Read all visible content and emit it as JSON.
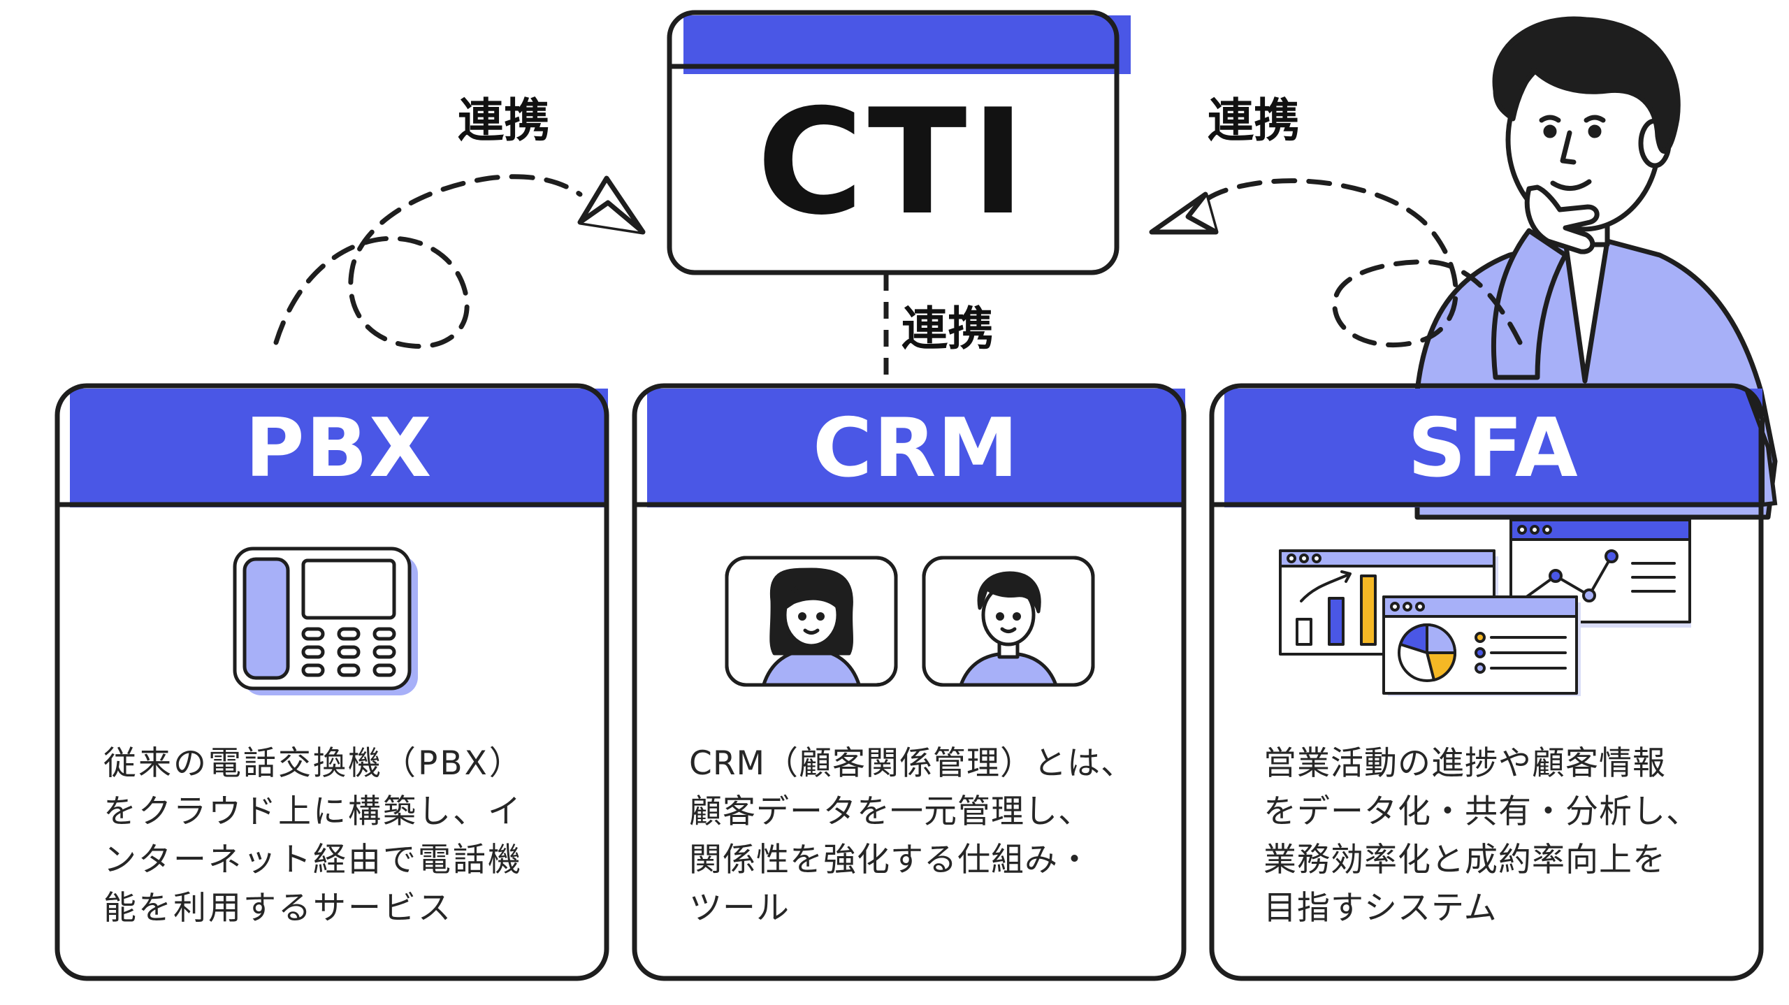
{
  "cti": {
    "title": "CTI"
  },
  "links": {
    "left": "連携",
    "right": "連携",
    "center": "連携"
  },
  "cards": [
    {
      "title": "PBX",
      "icon": "desk-phone-icon",
      "description": [
        "従来の電話交換機（PBX）",
        "をクラウド上に構築し、イ",
        "ンターネット経由で電話機",
        "能を利用するサービス"
      ]
    },
    {
      "title": "CRM",
      "icon": "customer-profiles-icon",
      "description": [
        "CRM（顧客関係管理）とは、",
        "顧客データを一元管理し、",
        "関係性を強化する仕組み・",
        "ツール"
      ]
    },
    {
      "title": "SFA",
      "icon": "analytics-dashboard-icon",
      "description": [
        "営業活動の進捗や顧客情報",
        "をデータ化・共有・分析し、",
        "業務効率化と成約率向上を",
        "目指すシステム"
      ]
    }
  ],
  "colors": {
    "accent": "#4a57e6",
    "accent_light": "#a7b0f8",
    "highlight": "#f5b825",
    "outline": "#1e1e1e"
  }
}
